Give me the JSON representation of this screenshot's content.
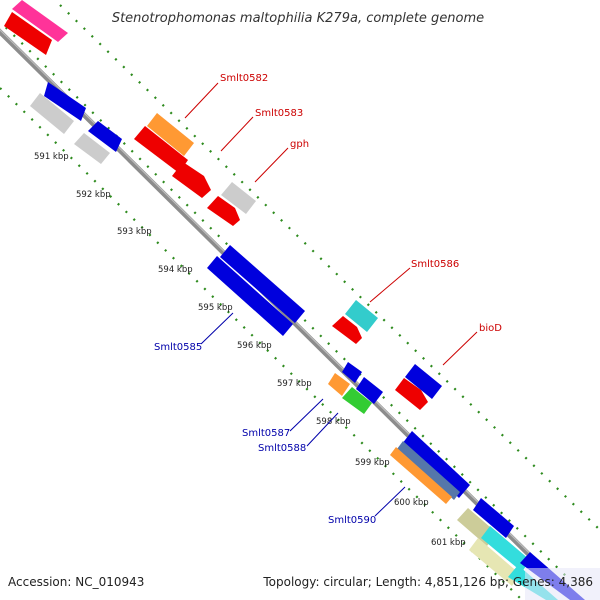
{
  "title": "Stenotrophomonas maltophilia K279a, complete genome",
  "footer": {
    "accession": "Accession: NC_010943",
    "summary": "Topology: circular; Length: 4,851,126 bp; Genes: 4,386"
  },
  "colors": {
    "backbone": "#8c8c8c",
    "tick_dots": "#2e8b1e",
    "plus_label": "#cc0000",
    "minus_label": "#0000aa"
  },
  "kbp_labels": [
    "591 kbp",
    "592 kbp",
    "593 kbp",
    "594 kbp",
    "595 kbp",
    "596 kbp",
    "597 kbp",
    "598 kbp",
    "599 kbp",
    "600 kbp",
    "601 kbp"
  ],
  "labels_top": [
    {
      "text": "Smlt0582"
    },
    {
      "text": "Smlt0583"
    },
    {
      "text": "gph"
    },
    {
      "text": "Smlt0586"
    },
    {
      "text": "bioD"
    }
  ],
  "labels_bottom": [
    {
      "text": "Smlt0585"
    },
    {
      "text": "Smlt0587"
    },
    {
      "text": "Smlt0588"
    },
    {
      "text": "Smlt0590"
    }
  ]
}
